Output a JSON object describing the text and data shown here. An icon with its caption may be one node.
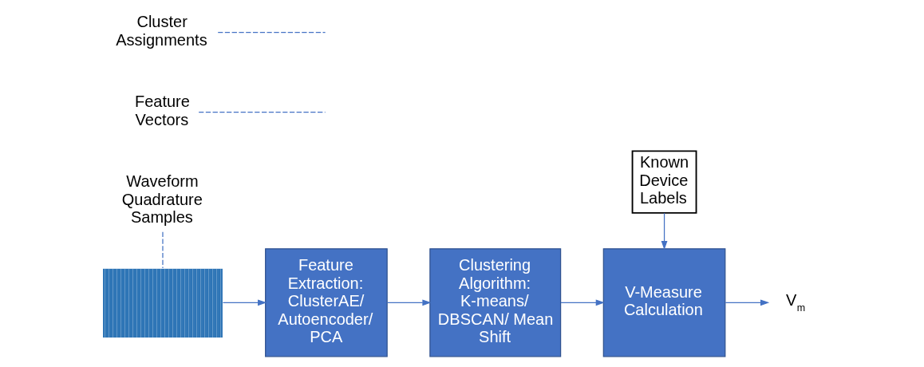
{
  "diagram": {
    "nodes": [
      {
        "text": [
          "Waveform Quadrature Samples"
        ]
      },
      {
        "text": [],
        "shape": "picture"
      },
      {
        "text": [
          "Feature Extraction: ClusterAE/ Autoencoder/ PCA"
        ]
      },
      {
        "text": [
          "Feature Vectors"
        ]
      },
      {
        "text": [
          "Clustering Algorithm: K-means/ DBSCAN/ Mean Shift"
        ]
      },
      {
        "text": [
          "Cluster Assignments"
        ]
      },
      {
        "text": [
          "V-Measure Calculation"
        ]
      },
      {
        "text": [
          "V$_{m}$"
        ]
      },
      {
        "text": [
          "Known Device Labels"
        ]
      }
    ],
    "edges": [
      {
        "from": 0,
        "to": 1,
        "arrow": "none",
        "style": "dashed"
      },
      {
        "from": 1,
        "to": 2,
        "arrow": "to"
      },
      {
        "from": 3,
        "to": null,
        "arrow": "none",
        "style": "dashed"
      },
      {
        "from": 2,
        "to": 4,
        "arrow": "to"
      },
      {
        "from": 5,
        "to": null,
        "arrow": "none",
        "style": "dashed"
      },
      {
        "from": 4,
        "to": 6,
        "arrow": "to"
      },
      {
        "from": 6,
        "to": 7,
        "arrow": "to"
      },
      {
        "from": 8,
        "to": 6,
        "arrow": "to"
      }
    ]
  }
}
